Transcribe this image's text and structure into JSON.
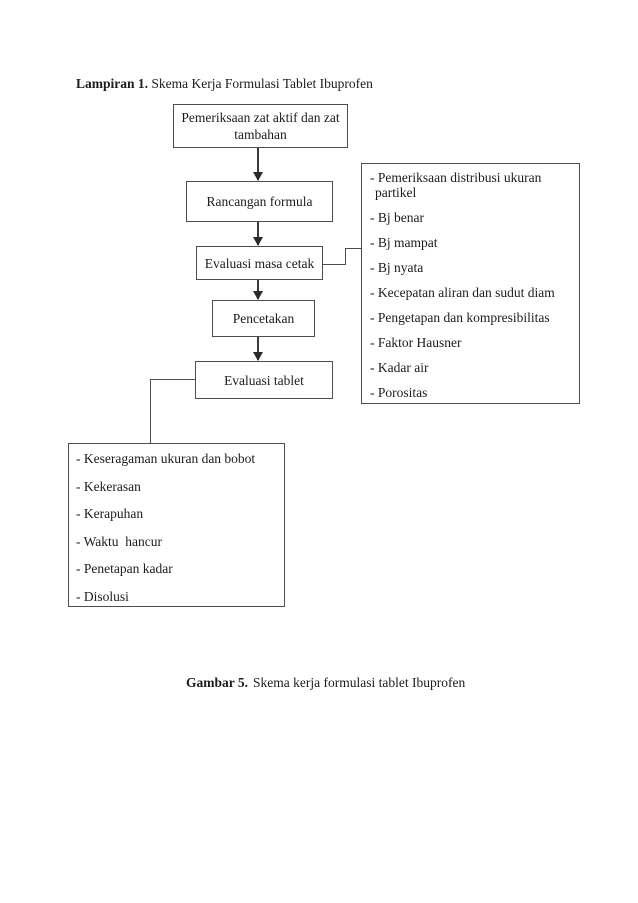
{
  "document": {
    "title": {
      "label": "Lampiran 1.",
      "text": "Skema Kerja Formulasi Tablet Ibuprofen"
    },
    "caption": {
      "label": "Gambar 5.",
      "text": "Skema kerja formulasi tablet Ibuprofen"
    }
  },
  "flowchart": {
    "nodes": [
      "Pemeriksaan zat aktif dan zat tambahan",
      "Rancangan formula",
      "Evaluasi masa cetak",
      "Pencetakan",
      "Evaluasi tablet"
    ],
    "masa_cetak_tests": [
      "- Pemeriksaan distribusi ukuran partikel",
      "- Bj benar",
      "- Bj mampat",
      "- Bj nyata",
      "- Kecepatan aliran dan sudut diam",
      "- Pengetapan dan kompresibilitas",
      "- Faktor Hausner",
      "- Kadar air",
      "- Porositas"
    ],
    "tablet_tests": [
      "- Keseragaman ukuran dan bobot",
      "- Kekerasan",
      "- Kerapuhan",
      "- Waktu  hancur",
      "- Penetapan kadar",
      "- Disolusi"
    ]
  },
  "colors": {
    "ink": "#1c1c1c",
    "border": "#4d4d4d",
    "background": "#ffffff"
  }
}
